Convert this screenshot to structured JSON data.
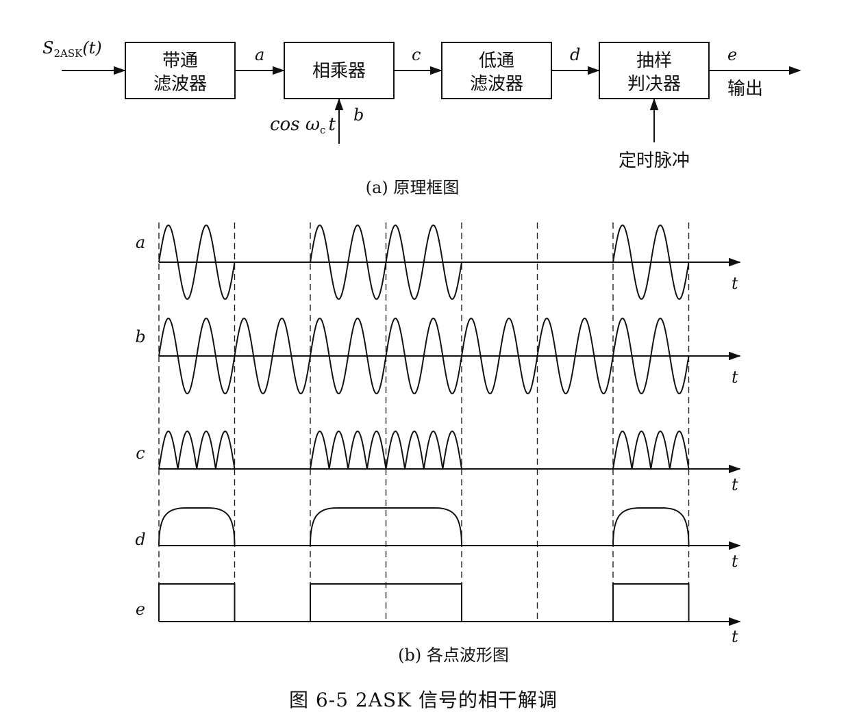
{
  "block_diagram": {
    "input_label": "S",
    "input_sub": "2ASK",
    "input_arg": "(t)",
    "blocks": [
      {
        "line1": "带通",
        "line2": "滤波器"
      },
      {
        "line1": "相乘器",
        "line2": ""
      },
      {
        "line1": "低通",
        "line2": "滤波器"
      },
      {
        "line1": "抽样",
        "line2": "判决器"
      }
    ],
    "node_labels": [
      "a",
      "c",
      "d",
      "e"
    ],
    "carrier_label": "cos ω",
    "carrier_sub": "c",
    "carrier_t": "t",
    "carrier_node": "b",
    "output_label": "输出",
    "timing_label": "定时脉冲",
    "caption": "(a) 原理框图"
  },
  "waveforms": {
    "rows": [
      "a",
      "b",
      "c",
      "d",
      "e"
    ],
    "time_axis_label": "t",
    "caption": "(b) 各点波形图",
    "bit_sequence": [
      1,
      0,
      1,
      1,
      0,
      0,
      1
    ],
    "carrier_cycles_per_bit": 2
  },
  "figure_caption": "图 6-5   2ASK 信号的相干解调"
}
